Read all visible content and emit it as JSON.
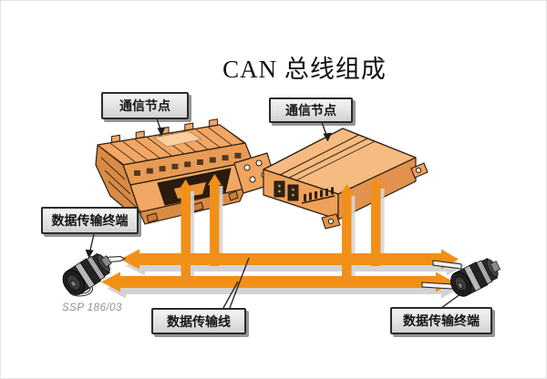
{
  "title": "CAN 总线组成",
  "callouts": {
    "node_left": {
      "label": "通信节点"
    },
    "node_right": {
      "label": "通信节点"
    },
    "terminal_left": {
      "label": "数据传输终端"
    },
    "bus_line": {
      "label": "数据传输线"
    },
    "terminal_right": {
      "label": "数据传输终端"
    }
  },
  "footnote": "SSP 186/03",
  "colors": {
    "bus_orange": "#F19019",
    "device_orange": "#F4AC6F",
    "label_background": "#E9E9E9",
    "outline": "#2A1D10",
    "shadow_gray": "#C9C9C9",
    "background": "#FFFFFF"
  },
  "diagram": {
    "type": "CAN bus schematic",
    "communication_nodes": 2,
    "data_transmission_terminals": 2,
    "bus_lines": 2
  }
}
